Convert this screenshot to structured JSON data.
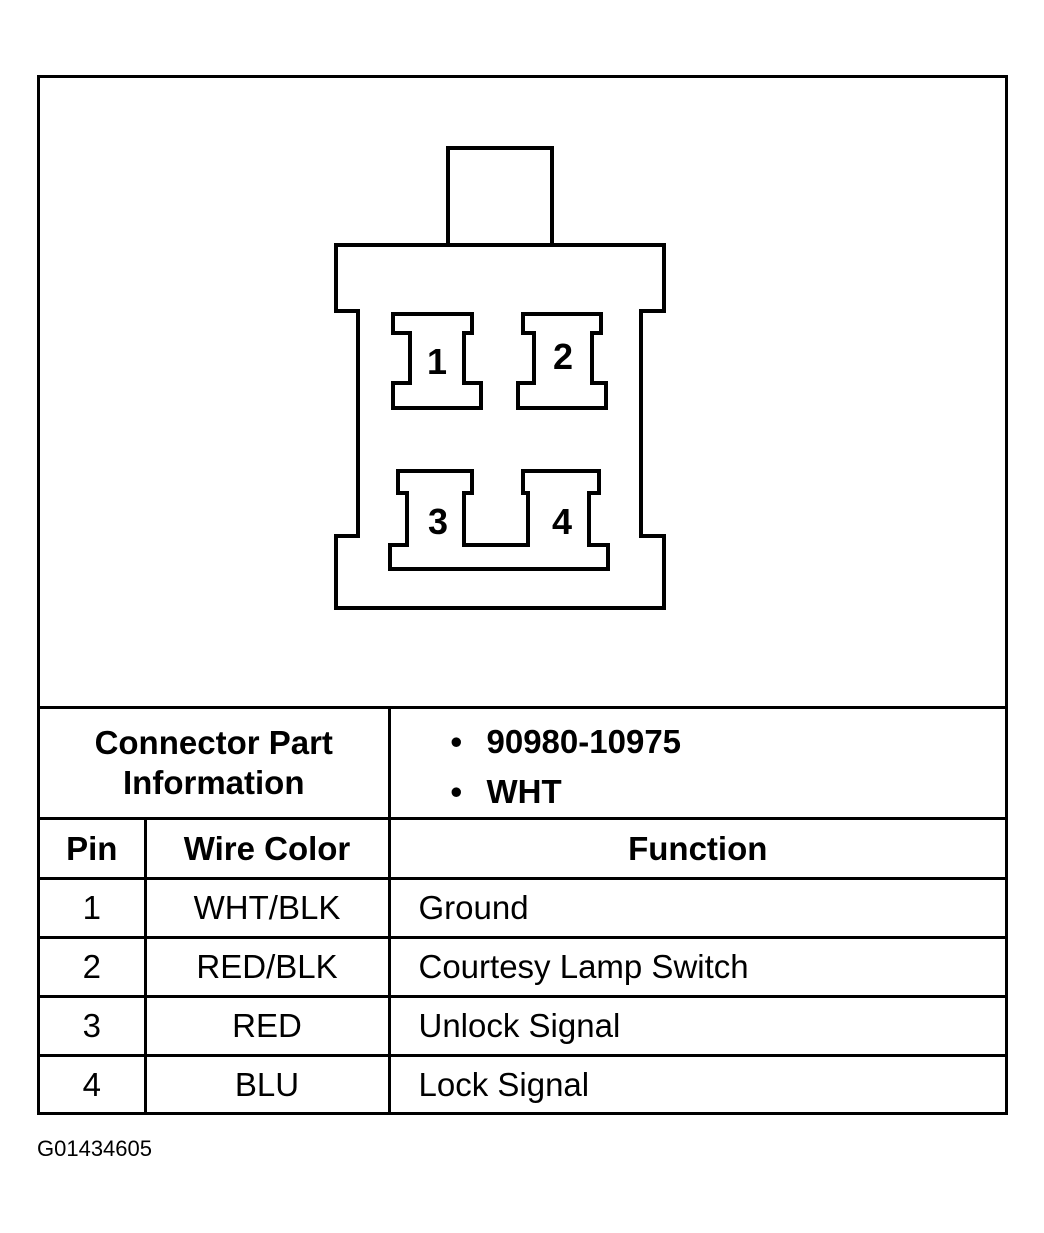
{
  "connector": {
    "pins": [
      {
        "id": "pin-1",
        "label": "1"
      },
      {
        "id": "pin-2",
        "label": "2"
      },
      {
        "id": "pin-3",
        "label": "3"
      },
      {
        "id": "pin-4",
        "label": "4"
      }
    ]
  },
  "part_info": {
    "label_line1": "Connector Part",
    "label_line2": "Information",
    "values": [
      "90980-10975",
      "WHT"
    ]
  },
  "table": {
    "headers": {
      "pin": "Pin",
      "wire_color": "Wire Color",
      "function": "Function"
    },
    "rows": [
      {
        "pin": "1",
        "wire_color": "WHT/BLK",
        "function": "Ground"
      },
      {
        "pin": "2",
        "wire_color": "RED/BLK",
        "function": "Courtesy Lamp Switch"
      },
      {
        "pin": "3",
        "wire_color": "RED",
        "function": "Unlock Signal"
      },
      {
        "pin": "4",
        "wire_color": "BLU",
        "function": "Lock Signal"
      }
    ]
  },
  "figure_id": "G01434605"
}
